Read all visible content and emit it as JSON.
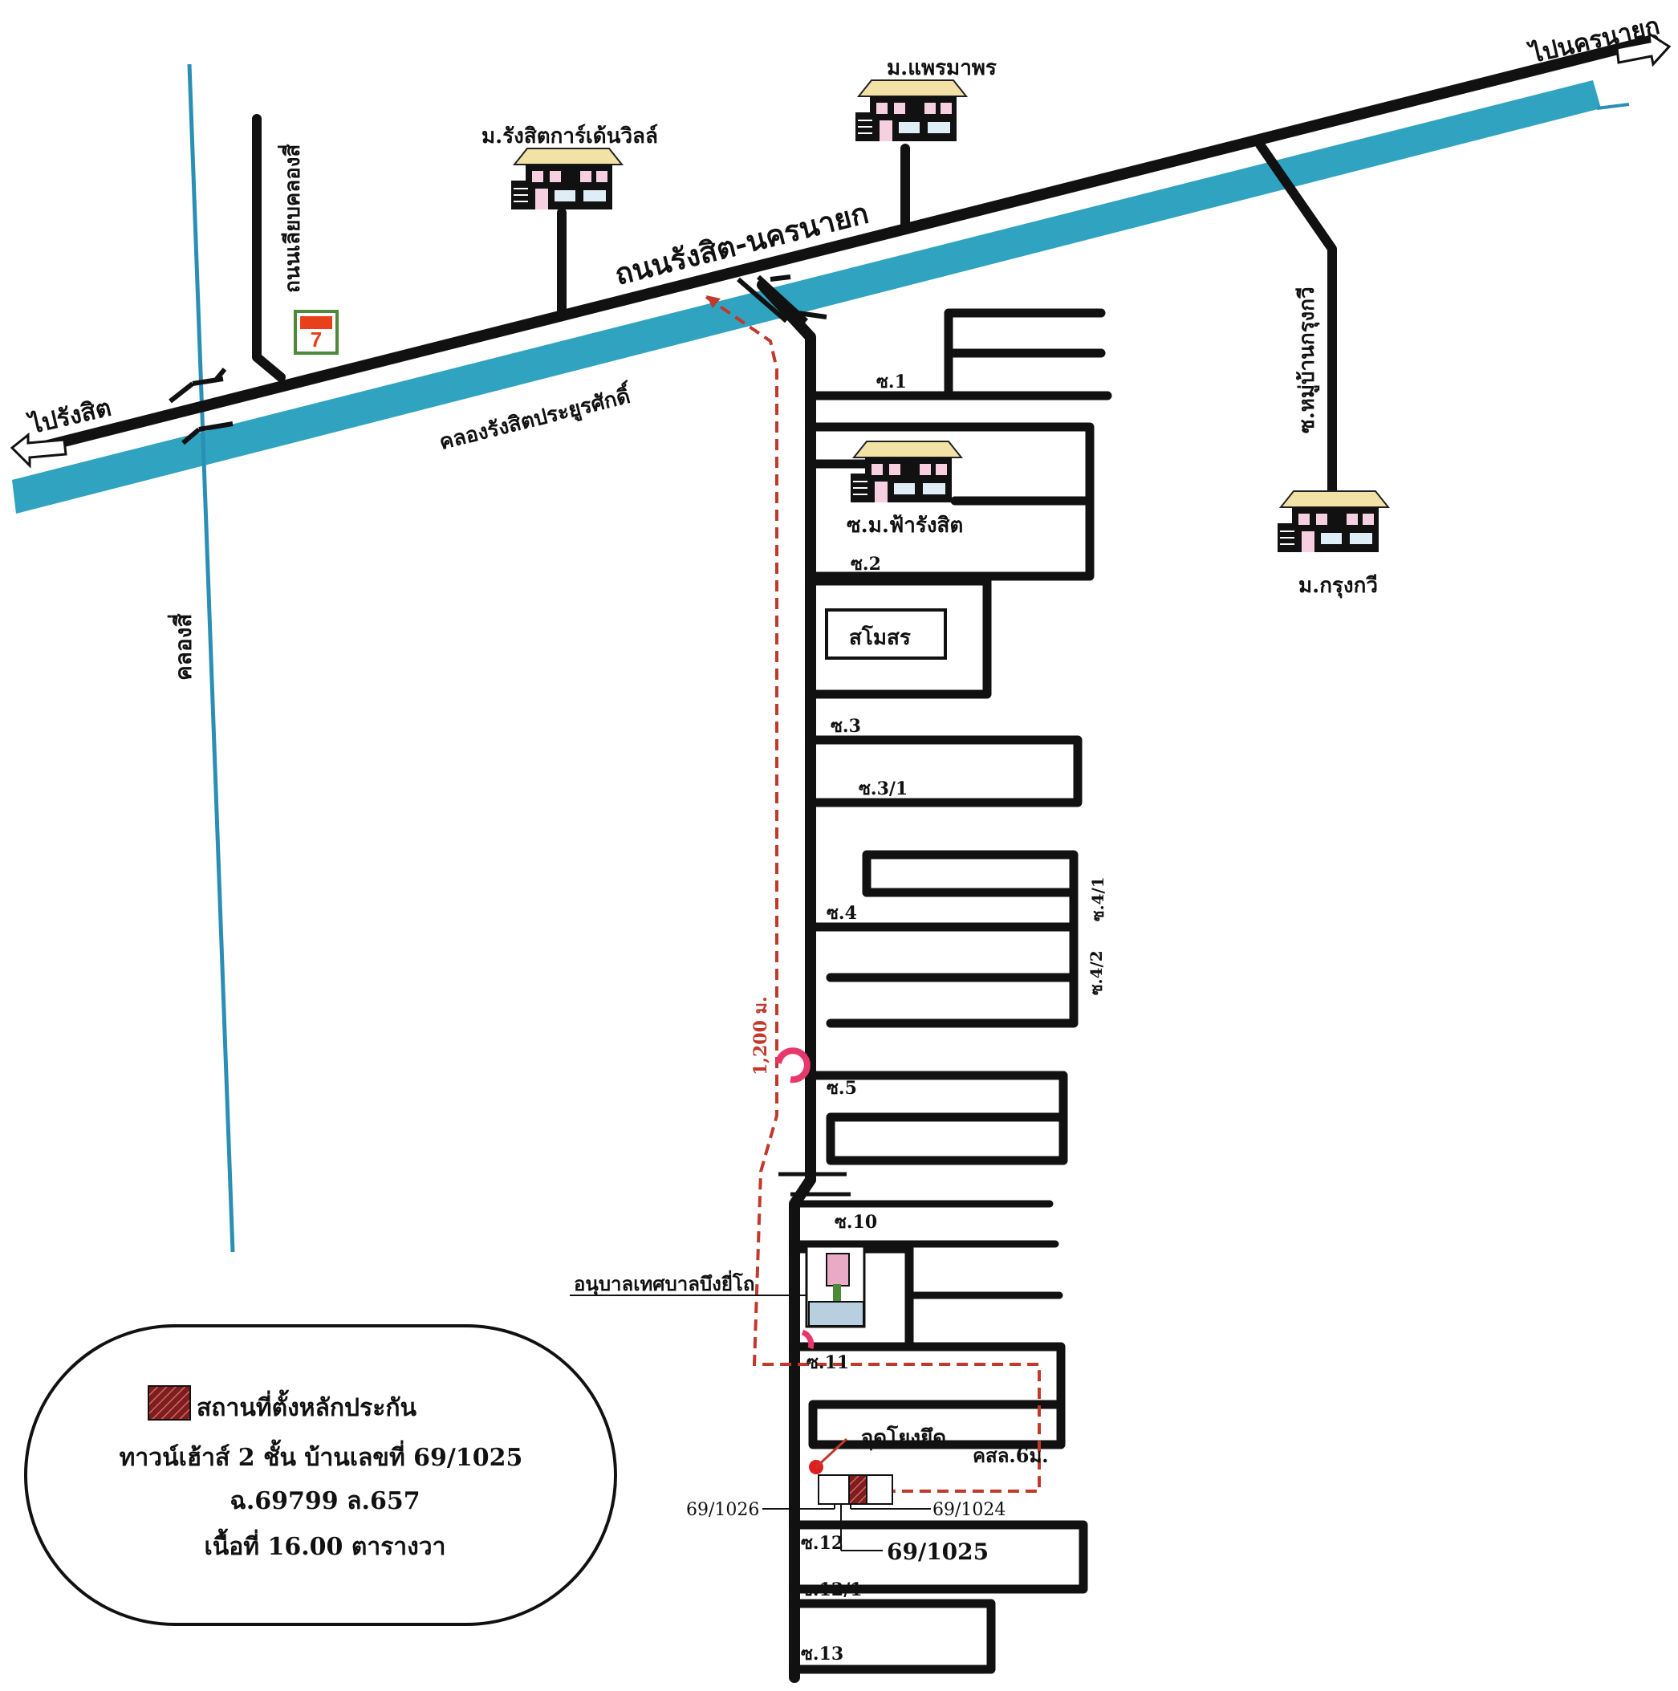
{
  "map": {
    "directions": {
      "to_rangsit": "ไปรังสิต",
      "to_nakhon_nayok": "ไปนครนายก"
    },
    "roads": {
      "main_road": "ถนนรังสิต-นครนายก",
      "bypass_road": "ถนนเลียบคลองสี่",
      "soi_village": "ซ.หมู่บ้านกรุงกวี"
    },
    "canals": {
      "main_canal": "คลองรังสิตประยูรศักดิ์",
      "khlong_4": "คลองสี่"
    },
    "villages": {
      "rangsit_garden": "ม.รังสิตการ์เด้นวิลล์",
      "phraemaporn": "ม.แพรมาพร",
      "fah_rangsit": "ซ.ม.ฟ้ารังสิต",
      "krungkavee": "ม.กรุงกวี"
    },
    "sois": {
      "s1": "ซ.1",
      "s2": "ซ.2",
      "s3": "ซ.3",
      "s3_1": "ซ.3/1",
      "s4": "ซ.4",
      "s4_1": "ซ.4/1",
      "s4_2": "ซ.4/2",
      "s5": "ซ.5",
      "s10": "ซ.10",
      "s11": "ซ.11",
      "s12": "ซ.12",
      "s12_1": "ซ.12/1",
      "s13": "ซ.13"
    },
    "places": {
      "club": "สโมสร",
      "kindergarten": "อนุบาลเทศบาลบึงยี่โถ",
      "reference_point": "จุดโยงยึด",
      "concrete_road": "คสล.6ม."
    },
    "distance_label": "1,200 ม.",
    "house_numbers": {
      "left": "69/1026",
      "right": "69/1024",
      "target": "69/1025"
    }
  },
  "legend": {
    "title": "สถานที่ตั้งหลักประกัน",
    "line1": "ทาวน์เฮ้าส์ 2 ชั้น บ้านเลขที่ 69/1025",
    "line2": "ฉ.69799 ล.657",
    "line3": "เนื้อที่ 16.00 ตารางวา"
  },
  "colors": {
    "canal": "#2fa3c0",
    "road": "#111111",
    "route": "#c0392b",
    "marker": "#e8386b",
    "collateral": "#8b2a2a"
  },
  "icons": {
    "seven_eleven": "seven-eleven-logo",
    "house": "house-icon",
    "school": "school-building-icon"
  }
}
